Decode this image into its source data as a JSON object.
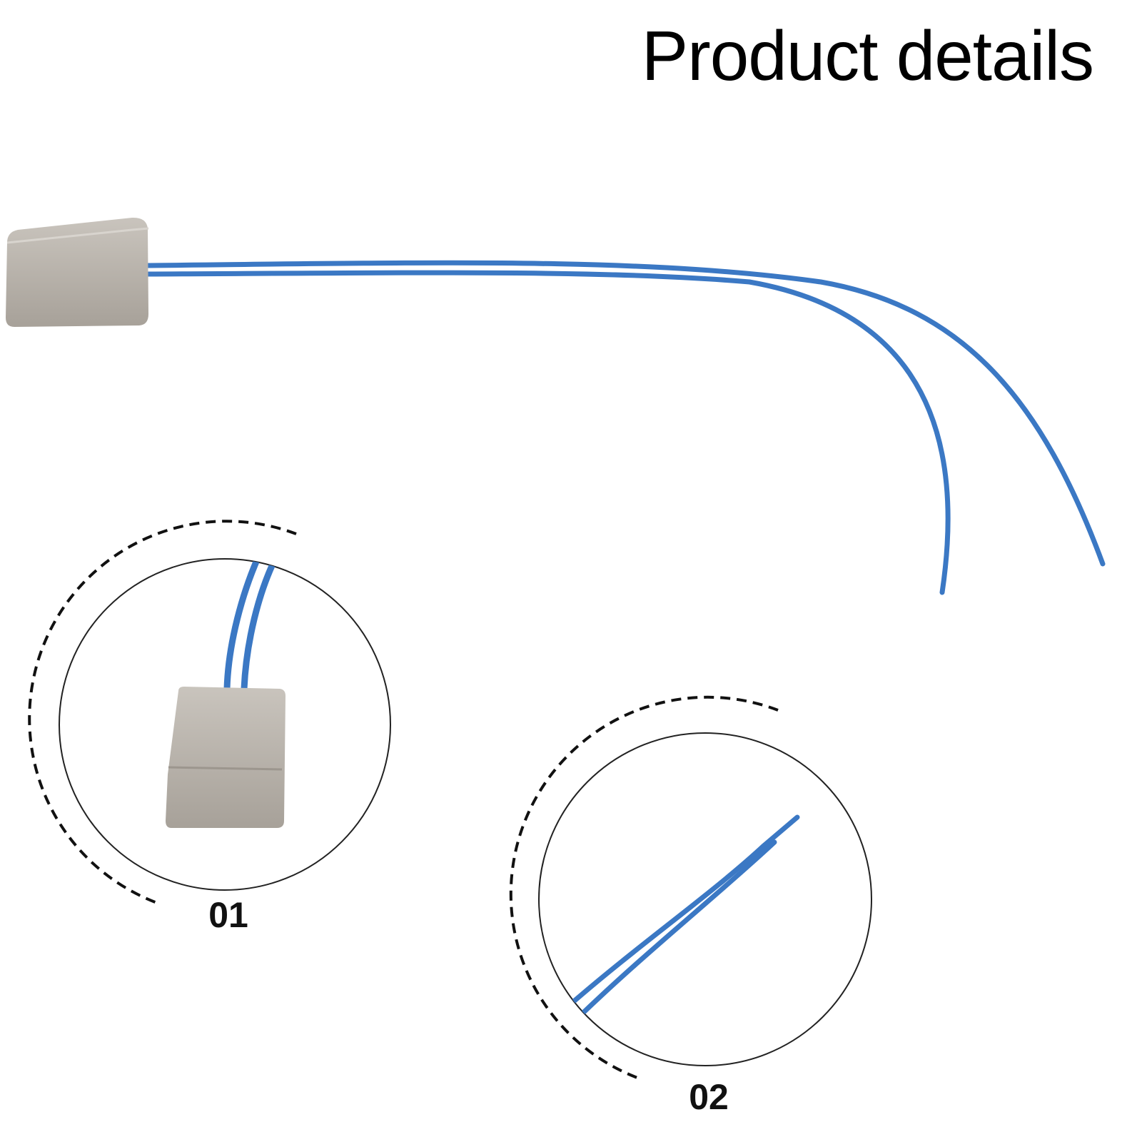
{
  "header": {
    "title": "Product details"
  },
  "details": [
    {
      "label": "01"
    },
    {
      "label": "02"
    }
  ],
  "colors": {
    "wire": "#3b78c4",
    "housing": "#b2aca4",
    "text": "#000000"
  }
}
